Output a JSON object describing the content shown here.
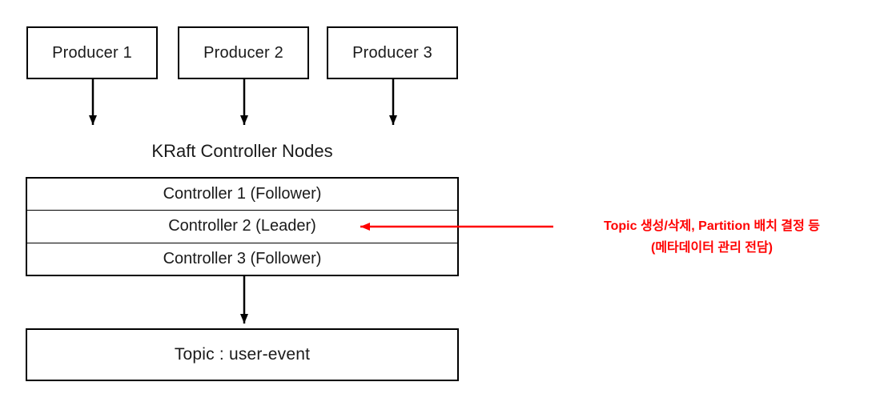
{
  "diagram": {
    "producers": [
      {
        "label": "Producer 1"
      },
      {
        "label": "Producer 2"
      },
      {
        "label": "Producer 3"
      }
    ],
    "controller_group": {
      "title": "KRaft Controller Nodes",
      "nodes": [
        {
          "label": "Controller 1 (Follower)"
        },
        {
          "label": "Controller 2 (Leader)"
        },
        {
          "label": "Controller 3 (Follower)"
        }
      ]
    },
    "annotation": {
      "line1": "Topic 생성/삭제, Partition 배치 결정 등",
      "line2": "(메타데이터 관리 전담)",
      "points_to": "Controller 2 (Leader)"
    },
    "topic_box": {
      "label": "Topic : user-event"
    },
    "colors": {
      "background": "#ffffff",
      "box_border": "#000000",
      "text": "#1a1a1a",
      "annotation_red": "#ff0000"
    }
  }
}
